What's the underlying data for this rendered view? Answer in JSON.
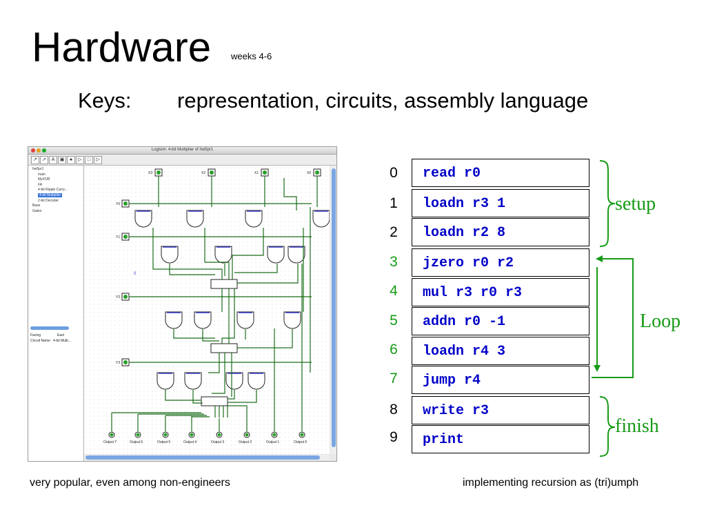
{
  "slide": {
    "title": "Hardware",
    "subtitle": "weeks 4-6",
    "keys_label": "Keys:",
    "keys_text": "representation, circuits, assembly language",
    "caption_left": "very popular, even among non-engineers",
    "caption_right": "implementing recursion as (tri)umph"
  },
  "logisim": {
    "window_title": "Logisim: 4-bit Multiplier of hw5pr1",
    "toolbar_glyphs": [
      "↗",
      "➚",
      "A",
      "▣",
      "●",
      "▷",
      "□",
      "▷"
    ],
    "tree": [
      {
        "label": "hw5pr1",
        "selected": false
      },
      {
        "label": "main",
        "selected": false
      },
      {
        "label": "MyXOR",
        "selected": false
      },
      {
        "label": "FA",
        "selected": false
      },
      {
        "label": "4-bit Ripple Carry...",
        "selected": false
      },
      {
        "label": "4-bit Multiplier",
        "selected": true
      },
      {
        "label": "2-bit Decoder",
        "selected": false
      },
      {
        "label": "Base",
        "selected": false
      },
      {
        "label": "Gates",
        "selected": false
      }
    ],
    "attributes": [
      {
        "name": "Facing",
        "value": "East"
      },
      {
        "name": "Circuit Name",
        "value": "4-bit Multi..."
      }
    ],
    "inputs_x": [
      "X3",
      "X2",
      "X1",
      "X0"
    ],
    "inputs_y": [
      "Y0",
      "Y1",
      "Y2",
      "Y3"
    ],
    "outputs": [
      "Output 7",
      "Output 6",
      "Output 5",
      "Output 4",
      "Output 3",
      "Output 2",
      "Output 1",
      "Output 0"
    ],
    "pin_value": "0"
  },
  "program": {
    "rows": [
      {
        "num": "0",
        "code": "read r0",
        "highlight": false
      },
      {
        "num": "1",
        "code": "loadn r3 1",
        "highlight": false
      },
      {
        "num": "2",
        "code": "loadn r2 8",
        "highlight": false
      },
      {
        "num": "3",
        "code": "jzero r0 r2",
        "highlight": true
      },
      {
        "num": "4",
        "code": "mul r3 r0 r3",
        "highlight": true
      },
      {
        "num": "5",
        "code": "addn r0 -1",
        "highlight": true
      },
      {
        "num": "6",
        "code": "loadn r4 3",
        "highlight": true
      },
      {
        "num": "7",
        "code": "jump r4",
        "highlight": true
      },
      {
        "num": "8",
        "code": "write r3",
        "highlight": false
      },
      {
        "num": "9",
        "code": "print",
        "highlight": false
      }
    ],
    "labels": {
      "setup": "setup",
      "loop": "Loop",
      "finish": "finish"
    },
    "colors": {
      "code": "#0000c8",
      "green": "#159a15"
    }
  }
}
